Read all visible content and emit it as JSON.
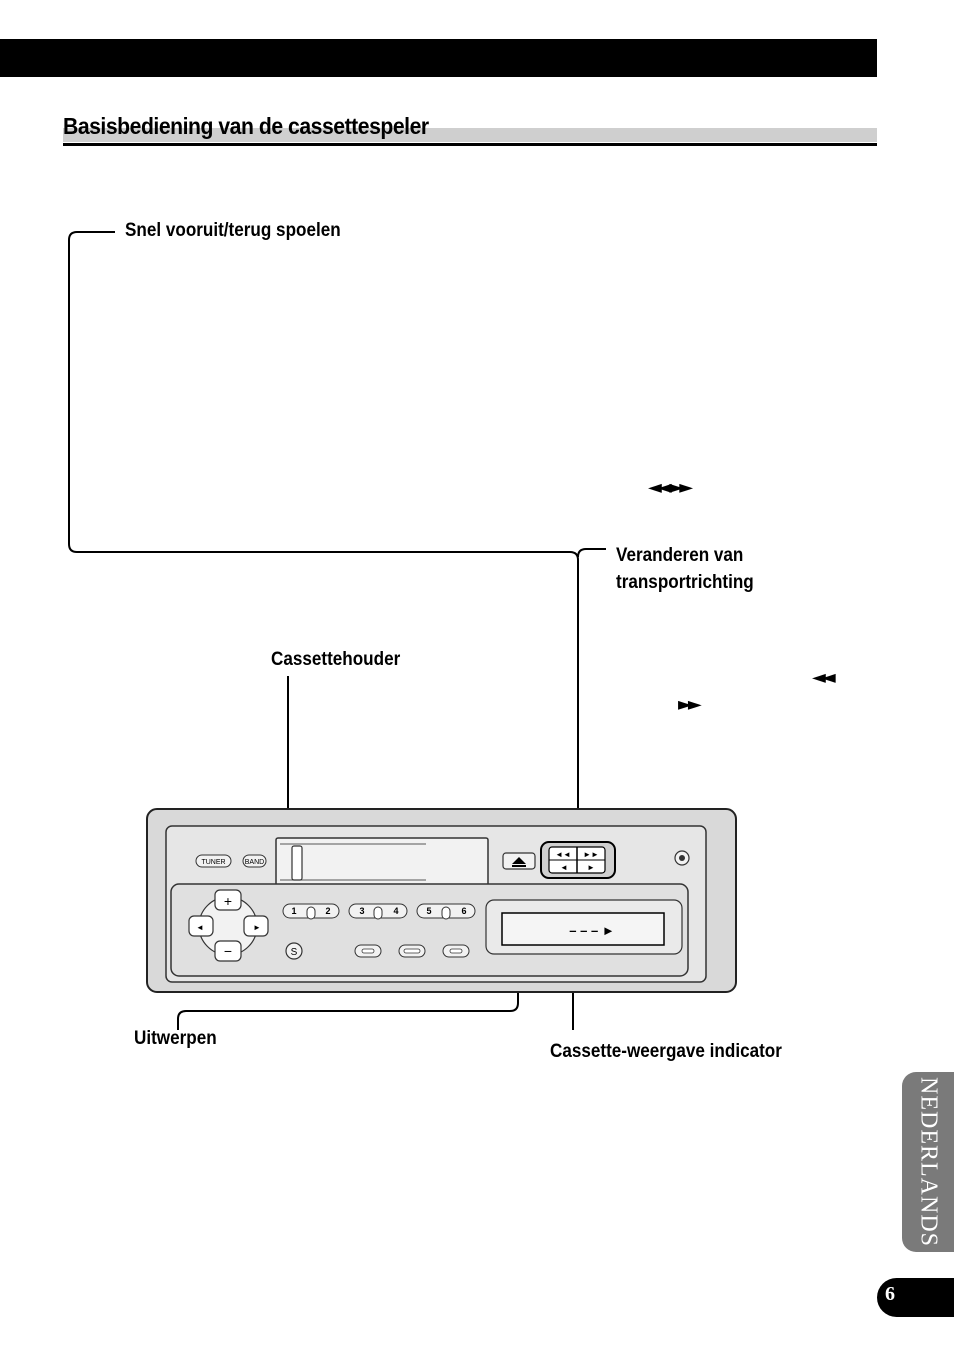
{
  "header": {
    "title": "Basisbediening van de cassettespeler"
  },
  "callouts": {
    "fast_forward_rewind": "Snel vooruit/terug spoelen",
    "fast_symbols_1": "◄◄   ►►",
    "change_direction_line1": "Veranderen van",
    "change_direction_line2": "transportrichting",
    "rewind_symbol": "◄◄",
    "forward_symbol": "►►",
    "cassette_holder": "Cassettehouder",
    "eject": "Uitwerpen",
    "cassette_indicator": "Cassette-weergave indicator"
  },
  "device": {
    "tuner_label": "TUNER",
    "band_label": "BAND",
    "preset_1": "1",
    "preset_2": "2",
    "preset_3": "3",
    "preset_4": "4",
    "preset_5": "5",
    "preset_6": "6",
    "plus": "+",
    "minus": "−",
    "left": "◄",
    "right": "►",
    "source": "S",
    "display_text": "– – – ►"
  },
  "side_tab": {
    "language": "NEDERLANDS"
  },
  "page": {
    "number": "6"
  },
  "colors": {
    "bar": "#000000",
    "title_highlight": "#cfcfcf",
    "tab": "#7a7a7a",
    "device_panel": "#d9d9d9"
  }
}
